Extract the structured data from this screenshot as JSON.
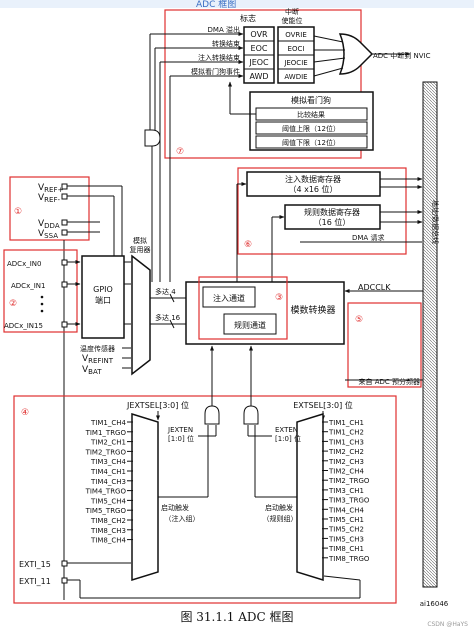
{
  "header_text": "ADC 框图",
  "caption": "图 31.1.1 ADC 框图",
  "watermark": "CSDN @HaYS",
  "figure_id": "ai16046",
  "flags": {
    "title": "标志",
    "rows": [
      "OVR",
      "EOC",
      "JEOC",
      "AWD"
    ],
    "inputs": [
      "DMA 溢出",
      "转换结束",
      "注入转换结束",
      "模拟看门狗事件"
    ]
  },
  "interrupt_enable": {
    "title": "中断\n使能位",
    "title_line1": "中断",
    "title_line2": "使能位",
    "rows": [
      "OVRIE",
      "EOCI",
      "JEOCIE",
      "AWDIE"
    ]
  },
  "adc_interrupt_output": "ADC 中断到 NVIC",
  "watchdog": {
    "title": "模拟看门狗",
    "rows": [
      "比较结果",
      "阈值上限（12位）",
      "阈值下限（12位）"
    ]
  },
  "bus_label": "地址/数据总线",
  "injected_regs": {
    "line1": "注入数据寄存器",
    "line2": "（4 x16 位）"
  },
  "regular_regs": {
    "line1": "规则数据寄存器",
    "line2": "（16 位）"
  },
  "dma_request": "DMA 请求",
  "adcclk": "ADCCLK",
  "clock_source": "来自 ADC 预分频器",
  "converter": {
    "title": "模数转换器",
    "injected": "注入通道",
    "regular": "规则通道"
  },
  "mux": {
    "line1": "模拟",
    "line2": "复用器"
  },
  "up_to_4": "多达 4",
  "up_to_16": "多达 16",
  "gpio": {
    "line1": "GPIO",
    "line2": "端口"
  },
  "inputs": {
    "vrefp": "V",
    "vrefp_sub": "REF+",
    "vrefm": "V",
    "vrefm_sub": "REF-",
    "vdda": "V",
    "vdda_sub": "DDA",
    "vssa": "V",
    "vssa_sub": "SSA",
    "in0": "ADCx_IN0",
    "in1": "ADCx_IN1",
    "in15": "ADCx_IN15",
    "temp": "温度传感器",
    "vrefint": "V",
    "vrefint_sub": "REFINT",
    "vbat": "V",
    "vbat_sub": "BAT"
  },
  "section_numbers": [
    "①",
    "②",
    "③",
    "④",
    "⑤",
    "⑥",
    "⑦"
  ],
  "trigger": {
    "jextsel": "JEXTSEL[3:0] 位",
    "extsel": "EXTSEL[3:0] 位",
    "jexten_line1": "JEXTEN",
    "jexten_line2": "[1:0] 位",
    "exten_line1": "EXTEN",
    "exten_line2": "[1:0] 位",
    "start_inj_line1": "启动触发",
    "start_inj_line2": "（注入组）",
    "start_reg_line1": "启动触发",
    "start_reg_line2": "（规则组）",
    "injected_sources": [
      "TIM1_CH4",
      "TIM1_TRGO",
      "TIM2_CH1",
      "TIM2_TRGO",
      "TIM3_CH4",
      "TIM4_CH1",
      "TIM4_CH3",
      "TIM4_TRGO",
      "TIM5_CH4",
      "TIM5_TRGO",
      "TIM8_CH2",
      "TIM8_CH3",
      "TIM8_CH4"
    ],
    "regular_sources": [
      "TIM1_CH1",
      "TIM1_CH2",
      "TIM1_CH3",
      "TIM2_CH2",
      "TIM2_CH3",
      "TIM2_CH4",
      "TIM2_TRGO",
      "TIM3_CH1",
      "TIM3_TRGO",
      "TIM4_CH4",
      "TIM5_CH1",
      "TIM5_CH2",
      "TIM5_CH3",
      "TIM8_CH1",
      "TIM8_TRGO"
    ],
    "exti15": "EXTI_15",
    "exti11": "EXTI_11"
  },
  "colors": {
    "highlight": "#e03030",
    "line": "#111111"
  }
}
